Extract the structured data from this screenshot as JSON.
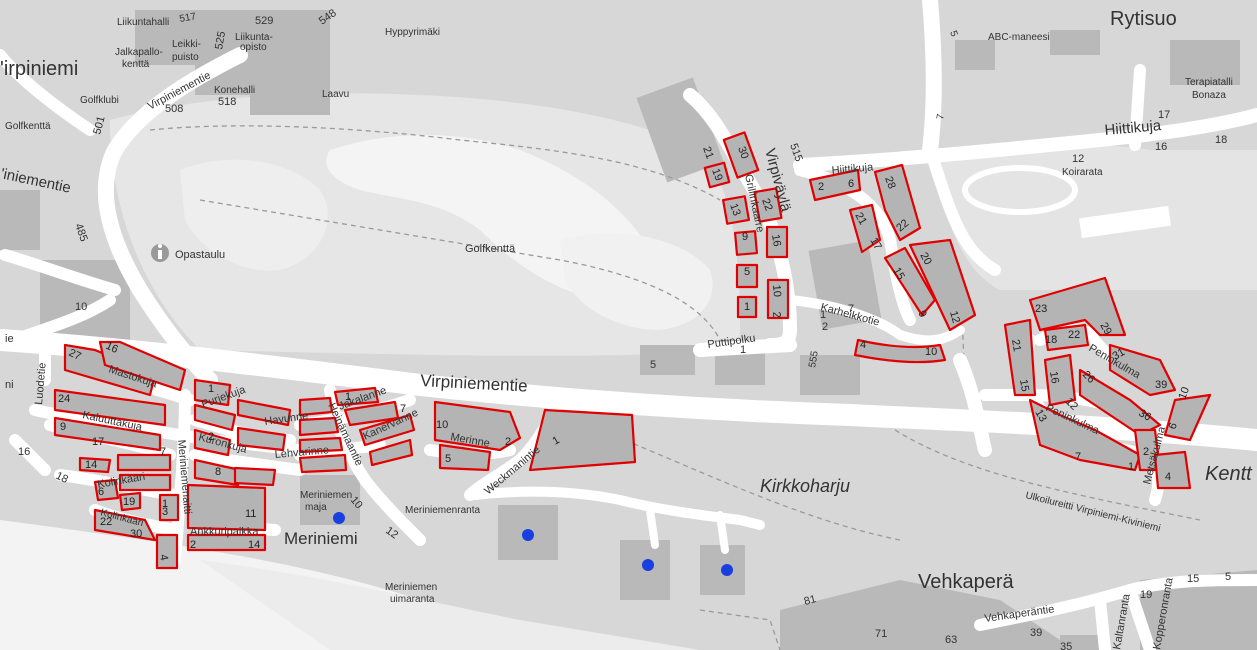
{
  "labels": {
    "rytisuo": "Rytisuo",
    "virpiniemi_w": "'irpiniemi",
    "liikuntahalli": "Liikuntahalli",
    "n517": "517",
    "n529": "529",
    "n525": "525",
    "liikuntaopisto": "Liikunta-",
    "liikuntaopisto2": "opisto",
    "n548": "548",
    "hyppyrimaki": "Hyppyrimäki",
    "jalkapallo": "Jalkapallo-",
    "kentta": "kenttä",
    "leikki": "Leikki-",
    "puisto": "puisto",
    "virpiniementie_diag": "Virpiniementie",
    "golfklubi": "Golfklubi",
    "n508": "508",
    "konehalli": "Konehalli",
    "n518": "518",
    "laavu": "Laavu",
    "golfkentta_w": "Golfkenttä",
    "n501": "501",
    "iniementie": "'iniementie",
    "n485": "485",
    "opastaulu": "Opastaulu",
    "golfkentta": "Golfkenttä",
    "n10a": "10",
    "abc": "ABC-maneesi",
    "n5": "5",
    "terapia1": "Terapiatalli",
    "terapia2": "Bonaza",
    "n17": "17",
    "hiittikuja": "Hiittikuja",
    "hiittikuja2": "Hiittikuja",
    "n16": "16",
    "n18": "18",
    "n12": "12",
    "koirarata": "Koirarata",
    "n7": "7",
    "virpivayla": "Virpiväylä",
    "n515": "515",
    "grillinkaarre": "Grillinkaarre",
    "karheikkotie": "Karheikkotie",
    "puttipolku": "Puttipolku",
    "n555": "555",
    "virpiniementie_main": "Virpiniementie",
    "peninkulma": "Peninkulma",
    "peninkulma2": "Peninkulma",
    "metsakulma": "Metsäkulma",
    "kentta_e": "Kentt",
    "luodetie": "Luodetie",
    "mastokuja": "Mastokuja",
    "purjekuja": "Purjekuja",
    "kaluuttakuja": "Kaluuttakuja",
    "kuronkuja": "Kuronkuja",
    "meriniemenaitti": "Meriniemenaitti",
    "kolinkaari": "Kolinkaari",
    "ankkuripaikka": "Ankkuripaikka",
    "havunne": "Havunne",
    "jakalanne": "Jakalanne",
    "lehvarinne": "Lehvarinne",
    "heinamaa": "Heinämaantie",
    "kanervanne": "Kanervanne",
    "merinne": "Merinne",
    "weckmanintie": "Weckmanintie",
    "meriniemen_maja1": "Meriniemen",
    "meriniemen_maja2": "maja",
    "meriniemi": "Meriniemi",
    "n12b": "12",
    "meriniemenranta": "Meriniemenranta",
    "uimaranta1": "Meriniemen",
    "uimaranta2": "uimaranta",
    "kirkkoharju": "Kirkkoharju",
    "ulkoilureitti": "Ulkoilureitti Virpiniemi-Kiviniemi",
    "vehkapera": "Vehkaperä",
    "vehkaperantie": "Vehkaperäntie",
    "n81": "81",
    "n71": "71",
    "n63": "63",
    "n39": "39",
    "n35": "35",
    "n19": "19",
    "n15": "15",
    "n5b": "5",
    "kopperonranta": "Kopperonranta",
    "kaltanranta": "Kaltanranta",
    "n5c": "5",
    "n1": "1",
    "n1b": "1",
    "n2": "2",
    "n7b": "7",
    "ie": "ie",
    "ni": "ni",
    "n16w": "16",
    "n18w": "18",
    "n10m": "10"
  },
  "plots": {
    "g21": "21",
    "g19": "19",
    "g13": "13",
    "g9": "9",
    "g5": "5",
    "g1": "1",
    "g30": "30",
    "g22": "22",
    "g16": "16",
    "g10": "10",
    "g2": "2",
    "k2": "2",
    "k6": "6",
    "k28": "28",
    "k21": "21",
    "k17": "17",
    "k22": "22",
    "k20": "20",
    "k15": "15",
    "k9": "9",
    "k12": "12",
    "k4": "4",
    "k10": "10",
    "p23": "23",
    "p29": "29",
    "p18": "18",
    "p22": "22",
    "p21": "21",
    "p15": "15",
    "p16": "16",
    "p12": "12",
    "p13": "13",
    "p26": "26",
    "p31": "31",
    "p39": "39",
    "p36": "36",
    "p10": "10",
    "p6": "6",
    "p7": "7",
    "p1": "1",
    "p2": "2",
    "p4": "4",
    "m27": "27",
    "m16": "16",
    "m24": "24",
    "m9": "9",
    "m17": "17",
    "m14": "14",
    "m6": "6",
    "m19": "19",
    "m22": "22",
    "m30": "30",
    "m1": "1",
    "m2": "2",
    "m3": "3",
    "m8": "8",
    "m11": "11",
    "m14b": "14",
    "m2b": "2",
    "m4": "4",
    "m7": "7",
    "m1b": "1",
    "h1": "1",
    "h7": "7",
    "h10": "10",
    "h5": "5",
    "h2": "2",
    "h1b": "1"
  }
}
